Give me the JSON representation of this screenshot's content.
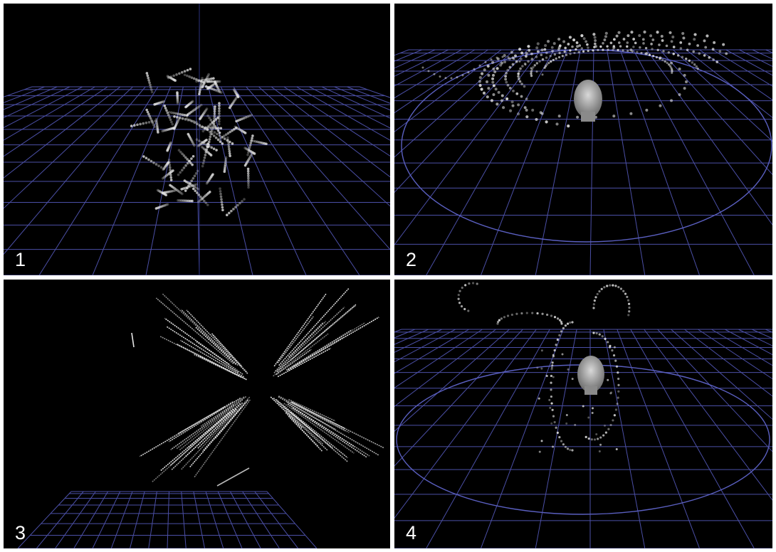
{
  "panels": [
    {
      "label": "1"
    },
    {
      "label": "2"
    },
    {
      "label": "3"
    },
    {
      "label": "4"
    }
  ],
  "colors": {
    "background": "#000000",
    "grid": "#4b4fa6",
    "particles": "#e6e6e6",
    "separator": "#ffffff"
  },
  "icons": [
    "head-model-icon"
  ]
}
